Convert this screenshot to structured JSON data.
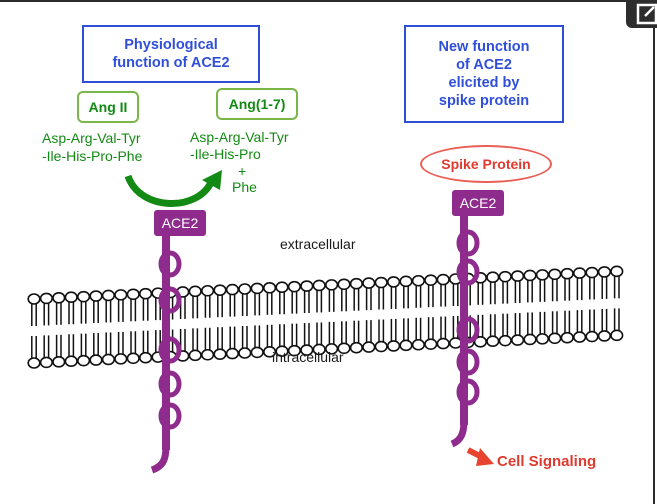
{
  "left_panel": {
    "title_line1": "Physiological",
    "title_line2": "function of ACE2",
    "substrate_label": "Ang II",
    "substrate_seq_line1": "Asp-Arg-Val-Tyr",
    "substrate_seq_line2": "-Ile-His-Pro-Phe",
    "product_label": "Ang(1-7)",
    "product_seq_line1": "Asp-Arg-Val-Tyr",
    "product_seq_line2": "-Ile-His-Pro",
    "product_plus": "+",
    "product_extra": "Phe",
    "receptor_label": "ACE2"
  },
  "right_panel": {
    "title_line1": "New function",
    "title_line2": "of ACE2",
    "title_line3": "elicited by",
    "title_line4": "spike protein",
    "spike_label": "Spike Protein",
    "receptor_label": "ACE2",
    "output_label": "Cell Signaling"
  },
  "membrane": {
    "extracellular_label": "extracellular",
    "intracellular_label": "intracellular"
  },
  "colors": {
    "box_blue": "#2f4fd8",
    "green_text": "#138a13",
    "ace2_purple": "#8e2b8c",
    "spike_red": "#e03a2e"
  }
}
